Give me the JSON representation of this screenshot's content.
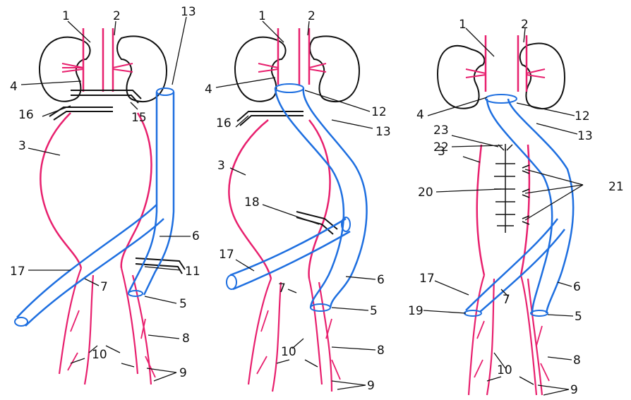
{
  "colors": {
    "artery": "#e8206e",
    "vein_graft": "#1e6fe0",
    "outline": "#111111",
    "background": "#ffffff"
  },
  "panels": [
    {
      "id": "left",
      "labels": [
        "1",
        "2",
        "4",
        "13",
        "16",
        "15",
        "3",
        "6",
        "17",
        "11",
        "7",
        "5",
        "8",
        "10",
        "9"
      ]
    },
    {
      "id": "middle",
      "labels": [
        "1",
        "2",
        "4",
        "12",
        "16",
        "13",
        "3",
        "18",
        "17",
        "6",
        "7",
        "5",
        "8",
        "10",
        "9"
      ]
    },
    {
      "id": "right",
      "labels": [
        "1",
        "2",
        "4",
        "12",
        "13",
        "23",
        "22",
        "3",
        "20",
        "21",
        "17",
        "6",
        "19",
        "7",
        "5",
        "8",
        "10",
        "9"
      ]
    }
  ]
}
